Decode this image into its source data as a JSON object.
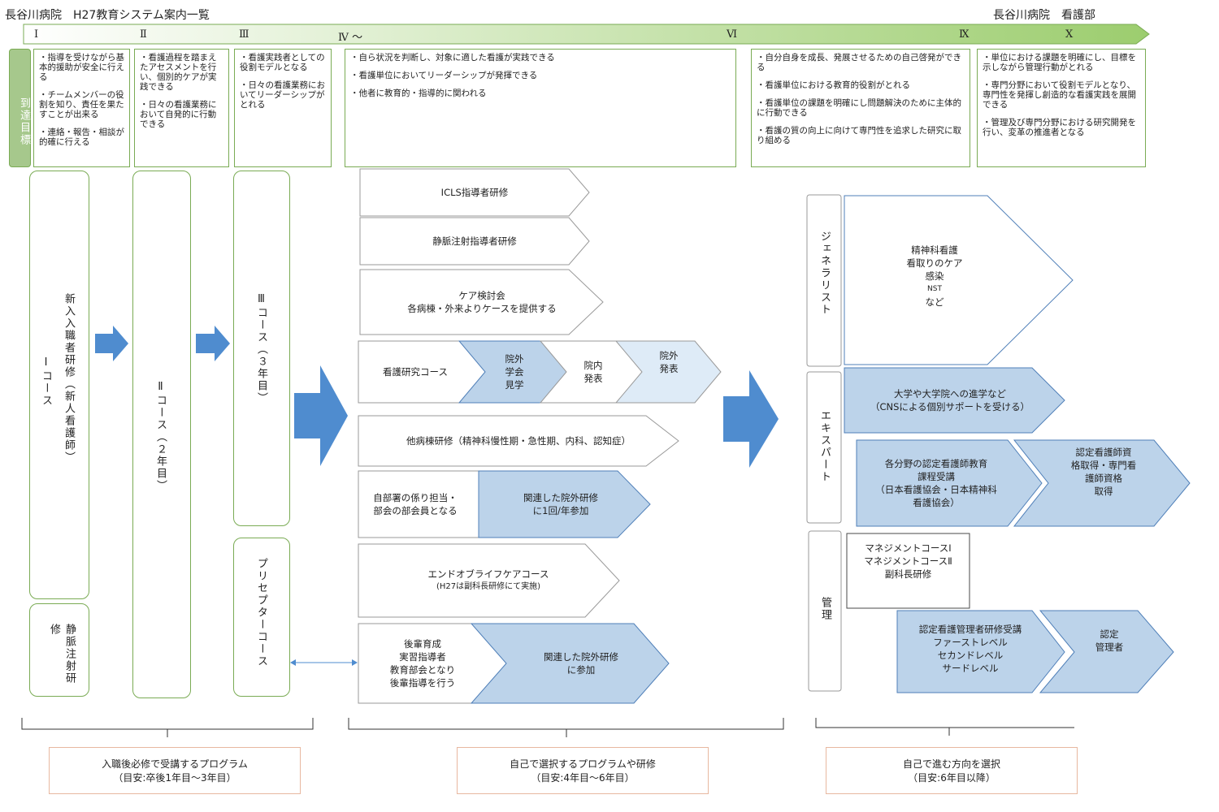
{
  "header": {
    "title_left": "長谷川病院　H27教育システム案内一覧",
    "title_right": "長谷川病院　看護部"
  },
  "levels": [
    "Ⅰ",
    "Ⅱ",
    "Ⅲ",
    "Ⅳ ～",
    "Ⅵ",
    "Ⅸ",
    "Ⅹ"
  ],
  "goal_label": "到達目標",
  "goals": {
    "g1": [
      "・指導を受けながら基本的援助が安全に行える",
      "・チームメンバーの役割を知り、責任を果たすことが出来る",
      "・連絡・報告・相談が的確に行える"
    ],
    "g2": [
      "・看護過程を踏まえたアセスメントを行い、個別的ケアが実践できる",
      "・日々の看護業務において自発的に行動できる"
    ],
    "g3": [
      "・看護実践者としての役割モデルとなる",
      "・日々の看護業務においてリーダーシップがとれる"
    ],
    "g4": [
      "・自ら状況を判断し、対象に適した看護が実践できる",
      "・看護単位においてリーダーシップが発揮できる",
      "・他者に教育的・指導的に関われる"
    ],
    "g5": [
      "・自分自身を成長、発展させるための自己啓発ができる",
      "・看護単位における教育的役割がとれる",
      "・看護単位の課題を明確にし問題解決のために主体的に行動できる",
      "・看護の質の向上に向けて専門性を追求した研究に取り組める"
    ],
    "g6": [
      "・単位における課題を明確にし、目標を示しながら管理行動がとれる",
      "・専門分野において役割モデルとなり、専門性を発揮し創造的な看護実践を展開できる",
      "・管理及び専門分野における研究開発を行い、変革の推進者となる"
    ]
  },
  "courses": {
    "c1": "新入入職者研修（新人看護師）",
    "c1_sub": "Ⅰコース",
    "c1b": "静脈注射研修",
    "c2": "Ⅱコース（２年目）",
    "c3": "Ⅲコース（３年目）",
    "c3b": "プリセプターコース"
  },
  "mid": {
    "icls": "ICLS指導者研修",
    "iv": "静脈注射指導者研修",
    "care1": "ケア検討会",
    "care2": "各病棟・外来よりケースを提供する",
    "research": "看護研究コース",
    "r1a": "院外",
    "r1b": "学会",
    "r1c": "見学",
    "r2a": "院内",
    "r2b": "発表",
    "r3a": "院外",
    "r3b": "発表",
    "other": "他病棟研修（精神科慢性期・急性期、内科、認知症）",
    "dept1": "自部署の係り担当・",
    "dept2": "部会の部会員となる",
    "deptb1": "関連した院外研修",
    "deptb2": "に1回/年参加",
    "eol1": "エンドオブライフケアコース",
    "eol2": "(H27は副科長研修にて実施)",
    "jr1": "後輩育成",
    "jr2": "実習指導者",
    "jr3": "教育部会となり",
    "jr4": "後輩指導を行う",
    "jrb1": "関連した院外研修",
    "jrb2": "に参加"
  },
  "right": {
    "generalist": "ジェネラリスト",
    "gen_items": [
      "精神科看護",
      "看取りのケア",
      "感染",
      "NST",
      "など"
    ],
    "expert": "エキスパート",
    "exp1a": "大学や大学院への進学など",
    "exp1b": "（CNSによる個別サポートを受ける）",
    "exp2": [
      "各分野の認定看護師教育",
      "課程受講",
      "（日本看護協会・日本精神科",
      "看護協会）"
    ],
    "exp3": [
      "認定看護師資",
      "格取得・専門看",
      "護師資格",
      "取得"
    ],
    "mgmt": "管理",
    "mgmt1": [
      "マネジメントコースⅠ",
      "マネジメントコースⅡ",
      "副科長研修"
    ],
    "mgmt2": [
      "認定看護管理者研修受講",
      "ファーストレベル",
      "セカンドレベル",
      "サードレベル"
    ],
    "mgmt3": [
      "認定",
      "管理者"
    ]
  },
  "notes": {
    "n1a": "入職後必修で受講するプログラム",
    "n1b": "（目安:卒後1年目～3年目）",
    "n2a": "自己で選択するプログラムや研修",
    "n2b": "（目安:4年目～6年目）",
    "n3a": "自己で進む方向を選択",
    "n3b": "（目安:6年目以降）"
  },
  "colors": {
    "green": "#7aab54",
    "blue_fill": "#bcd3ea",
    "blue_stroke": "#4f7fb8",
    "arrow": "#4f8ccf"
  }
}
